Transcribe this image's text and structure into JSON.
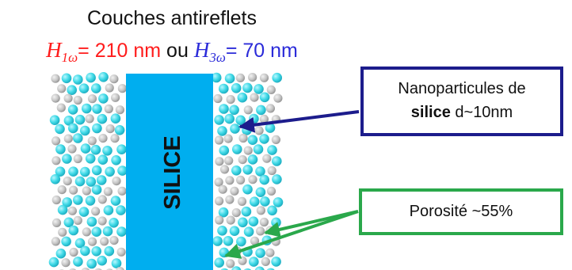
{
  "title": "Couches antireflets",
  "thickness": {
    "h1_symbol": "H",
    "h1_sub": "1ω",
    "h1_value": "= 210 nm",
    "separator": "ou",
    "h3_symbol": "H",
    "h3_sub": "3ω",
    "h3_value": "= 70 nm"
  },
  "slab_label": "SILICE",
  "callouts": {
    "nanoparticles": {
      "line1": "Nanoparticules de",
      "bold": "silice",
      "rest": " d~10nm"
    },
    "porosity": "Porosité ~55%"
  },
  "colors": {
    "slab": "#00aeef",
    "particle": "#3fd9e6",
    "pore": "#b8b8b8",
    "nano_border": "#1c1c8c",
    "poro_border": "#2aa84b",
    "h1": "#ff1c1c",
    "h3": "#2b2bd9"
  }
}
